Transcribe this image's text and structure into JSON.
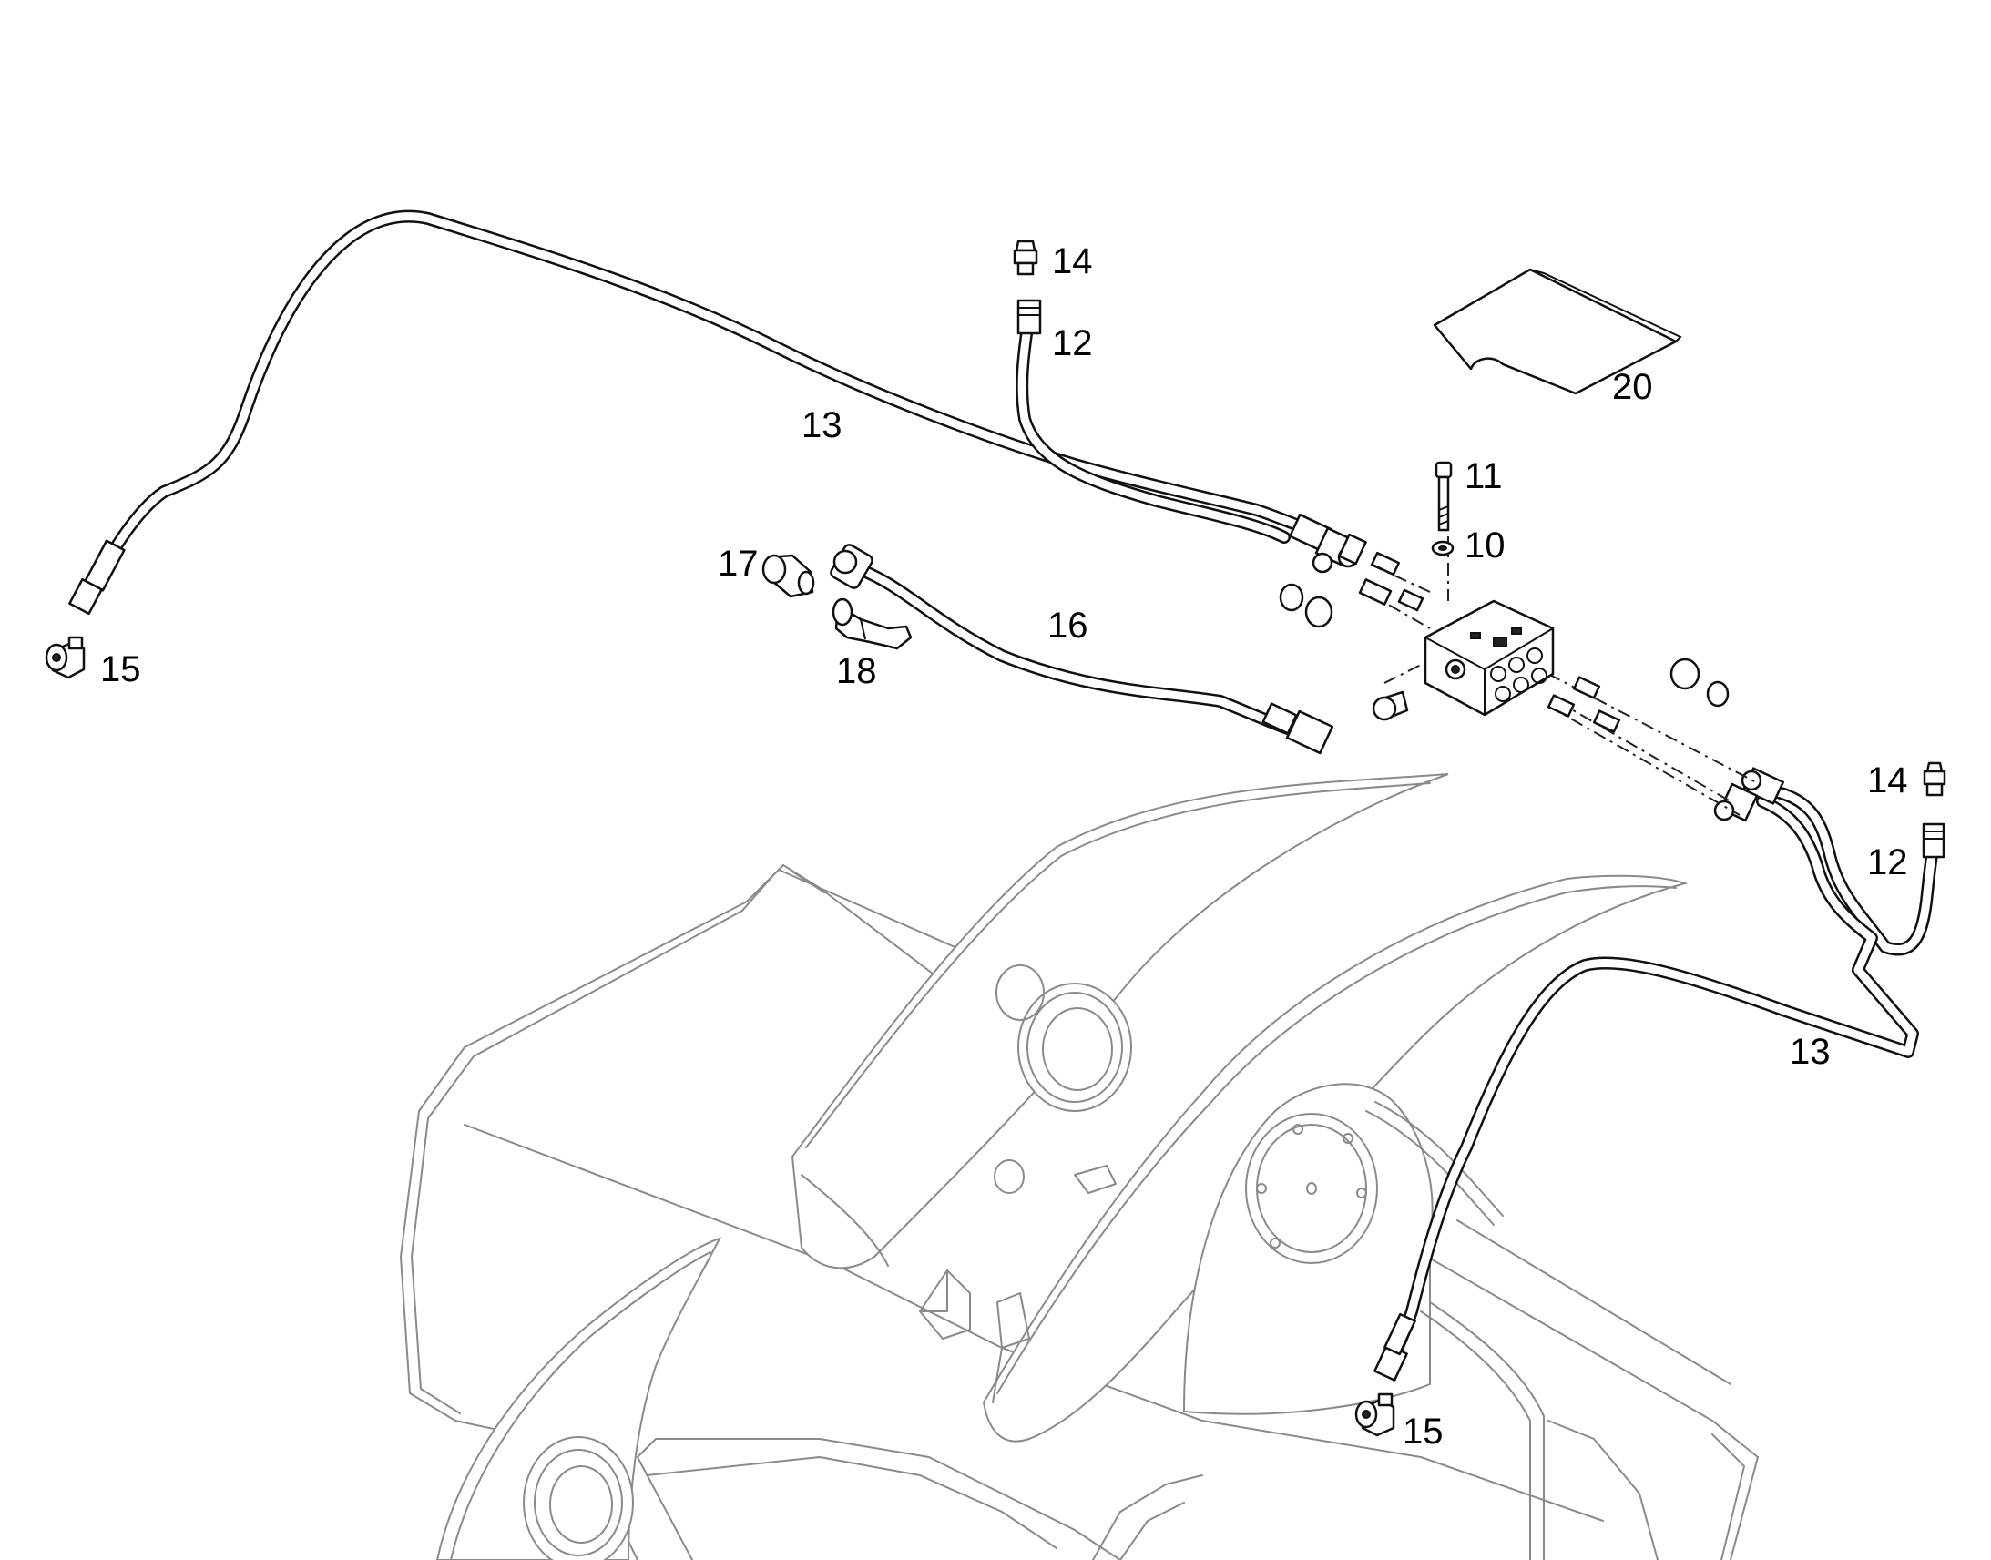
{
  "callouts": [
    {
      "id": "c15a",
      "text": "15"
    },
    {
      "id": "c13a",
      "text": "13"
    },
    {
      "id": "c14a",
      "text": "14"
    },
    {
      "id": "c12a",
      "text": "12"
    },
    {
      "id": "c20",
      "text": "20"
    },
    {
      "id": "c11",
      "text": "11"
    },
    {
      "id": "c10",
      "text": "10"
    },
    {
      "id": "c17",
      "text": "17"
    },
    {
      "id": "c16",
      "text": "16"
    },
    {
      "id": "c18",
      "text": "18"
    },
    {
      "id": "c14b",
      "text": "14"
    },
    {
      "id": "c12b",
      "text": "12"
    },
    {
      "id": "c13b",
      "text": "13"
    },
    {
      "id": "c15b",
      "text": "15"
    }
  ],
  "colors": {
    "linework": "#111111",
    "background_machine": "#8a8a8a",
    "background": "#ffffff"
  }
}
